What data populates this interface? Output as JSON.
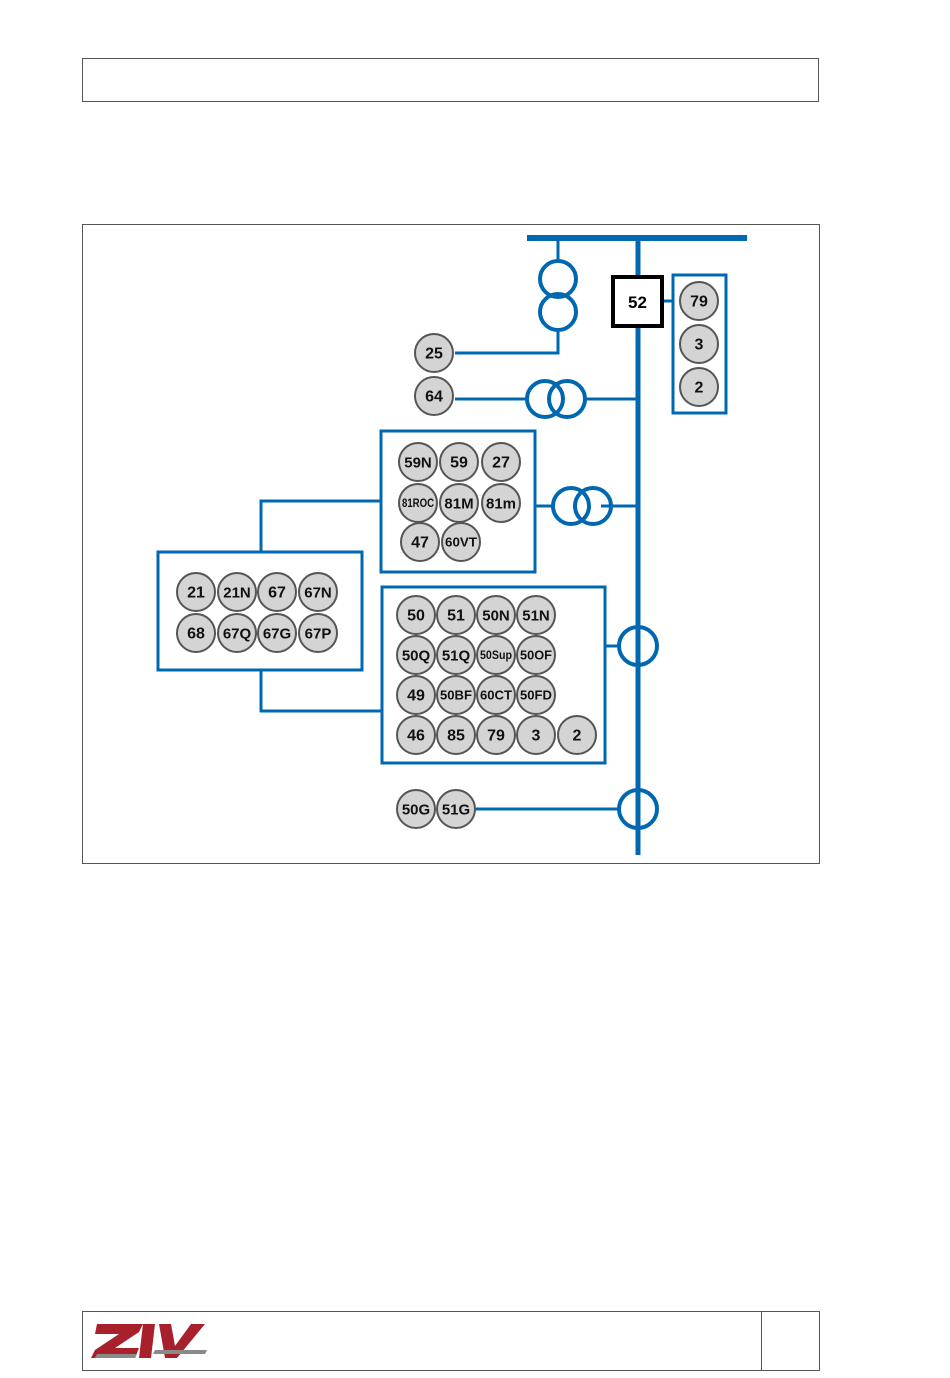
{
  "colors": {
    "line": "#0068b0",
    "relay_fill": "#d4d4d4",
    "relay_stroke": "#555555",
    "logo_red": "#a8202c",
    "logo_gray": "#8a8a8a"
  },
  "breaker": {
    "label": "52"
  },
  "logo": {
    "text": "ZIV"
  },
  "groups": {
    "recloser": [
      "79",
      "3",
      "2"
    ],
    "sync": [
      "25"
    ],
    "ground_fault": [
      "64"
    ],
    "voltage": [
      "59N",
      "59",
      "27",
      "81ROC",
      "81M",
      "81m",
      "47",
      "60VT"
    ],
    "distance": [
      "21",
      "21N",
      "67",
      "67N",
      "68",
      "67Q",
      "67G",
      "67P"
    ],
    "current": [
      "50",
      "51",
      "50N",
      "51N",
      "50Q",
      "51Q",
      "50Sup",
      "50OF",
      "49",
      "50BF",
      "60CT",
      "50FD",
      "46",
      "85",
      "79",
      "3",
      "2"
    ],
    "ground_ct": [
      "50G",
      "51G"
    ]
  }
}
